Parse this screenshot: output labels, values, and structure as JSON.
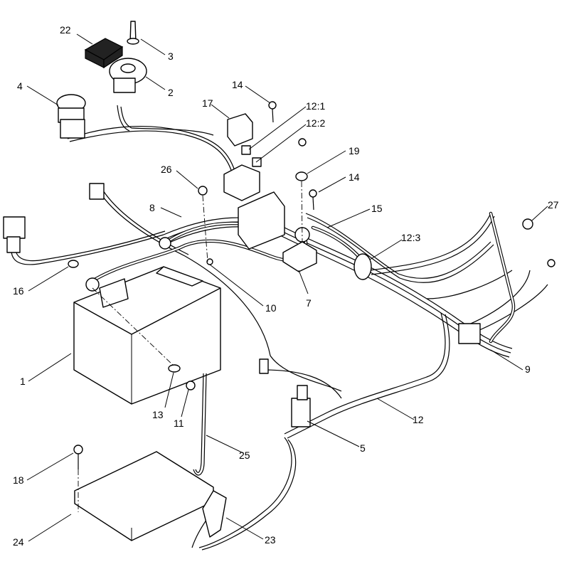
{
  "callouts": [
    {
      "id": "c1",
      "label": "1"
    },
    {
      "id": "c2",
      "label": "2"
    },
    {
      "id": "c3",
      "label": "3"
    },
    {
      "id": "c4",
      "label": "4"
    },
    {
      "id": "c5",
      "label": "5"
    },
    {
      "id": "c7",
      "label": "7"
    },
    {
      "id": "c8",
      "label": "8"
    },
    {
      "id": "c9",
      "label": "9"
    },
    {
      "id": "c10",
      "label": "10"
    },
    {
      "id": "c11",
      "label": "11"
    },
    {
      "id": "c12",
      "label": "12"
    },
    {
      "id": "c12_1",
      "label": "12:1"
    },
    {
      "id": "c12_2",
      "label": "12:2"
    },
    {
      "id": "c12_3",
      "label": "12:3"
    },
    {
      "id": "c13",
      "label": "13"
    },
    {
      "id": "c14a",
      "label": "14"
    },
    {
      "id": "c14b",
      "label": "14"
    },
    {
      "id": "c15",
      "label": "15"
    },
    {
      "id": "c16",
      "label": "16"
    },
    {
      "id": "c17",
      "label": "17"
    },
    {
      "id": "c18",
      "label": "18"
    },
    {
      "id": "c19",
      "label": "19"
    },
    {
      "id": "c22",
      "label": "22"
    },
    {
      "id": "c23",
      "label": "23"
    },
    {
      "id": "c24",
      "label": "24"
    },
    {
      "id": "c25",
      "label": "25"
    },
    {
      "id": "c26",
      "label": "26"
    },
    {
      "id": "c27",
      "label": "27"
    }
  ]
}
